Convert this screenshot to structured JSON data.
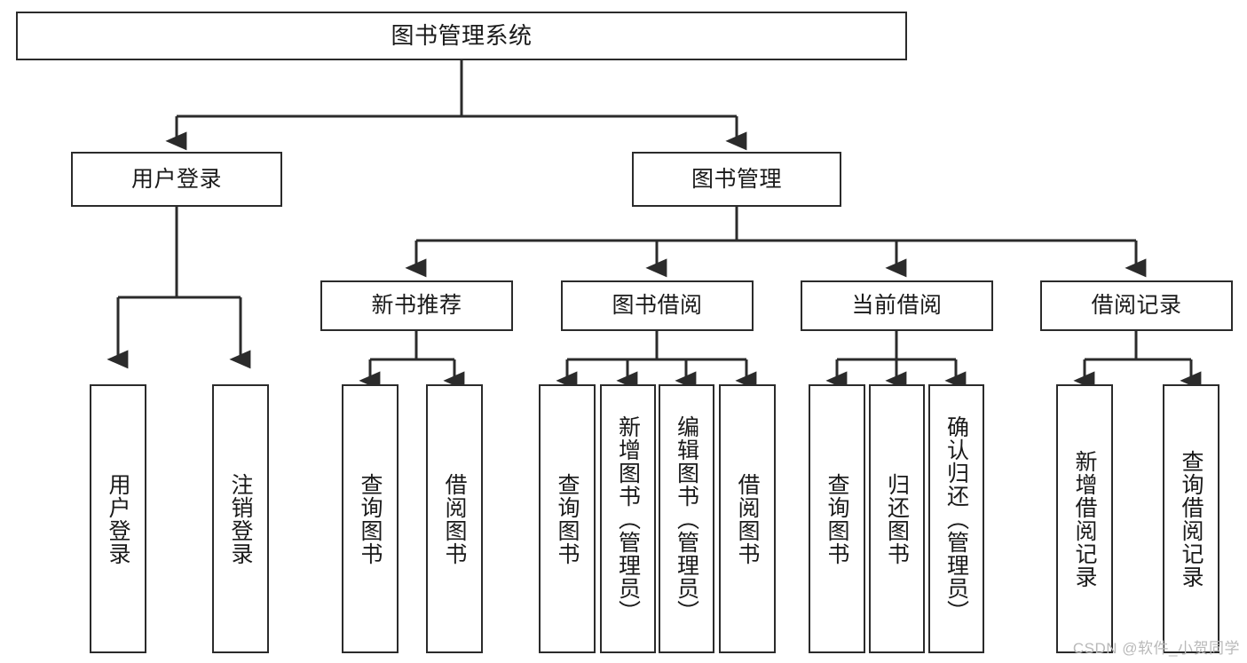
{
  "diagram": {
    "title_node": "图书管理系统",
    "level2": [
      {
        "id": "user-login",
        "label": "用户登录"
      },
      {
        "id": "book-management",
        "label": "图书管理"
      }
    ],
    "level3": [
      {
        "id": "new-book-recommend",
        "label": "新书推荐"
      },
      {
        "id": "book-borrow",
        "label": "图书借阅"
      },
      {
        "id": "current-borrow",
        "label": "当前借阅"
      },
      {
        "id": "borrow-record",
        "label": "借阅记录"
      }
    ],
    "leaves": {
      "user_login": [
        {
          "id": "leaf-user-login",
          "label": "用户登录"
        },
        {
          "id": "leaf-logout-login",
          "label": "注销登录"
        }
      ],
      "new_book_recommend": [
        {
          "id": "leaf-query-book-1",
          "label": "查询图书"
        },
        {
          "id": "leaf-borrow-book-1",
          "label": "借阅图书"
        }
      ],
      "book_borrow": [
        {
          "id": "leaf-query-book-2",
          "label": "查询图书"
        },
        {
          "id": "leaf-add-book",
          "label": "新增图书（管理员）"
        },
        {
          "id": "leaf-edit-book",
          "label": "编辑图书（管理员）"
        },
        {
          "id": "leaf-borrow-book-2",
          "label": "借阅图书"
        }
      ],
      "current_borrow": [
        {
          "id": "leaf-query-book-3",
          "label": "查询图书"
        },
        {
          "id": "leaf-return-book",
          "label": "归还图书"
        },
        {
          "id": "leaf-confirm-return",
          "label": "确认归还（管理员）"
        }
      ],
      "borrow_record": [
        {
          "id": "leaf-add-record",
          "label": "新增借阅记录"
        },
        {
          "id": "leaf-query-record",
          "label": "查询借阅记录"
        }
      ]
    }
  },
  "watermark": {
    "text": "CSDN @软件_小贺同学"
  },
  "colors": {
    "stroke": "#2b2b2b",
    "background": "#ffffff",
    "text": "#1a1a1a",
    "watermark": "#b9b9b9"
  }
}
